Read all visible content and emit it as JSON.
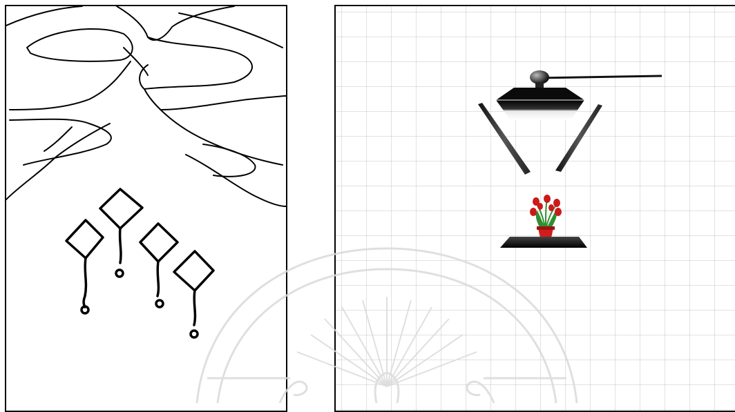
{
  "figure": {
    "left_panel": {
      "description_icon": "hand-drawn-sketch",
      "pendant_count": 4
    },
    "right_panel": {
      "background": "grid",
      "icons": [
        "lamp-head-icon",
        "reflector-panel-icon",
        "flower-pot-icon",
        "stand-platform-icon"
      ]
    },
    "colors": {
      "line": "#000000",
      "flower": "#cc1a1a",
      "leaf": "#2f8f2f",
      "watermark": "#d9d9d9"
    }
  }
}
